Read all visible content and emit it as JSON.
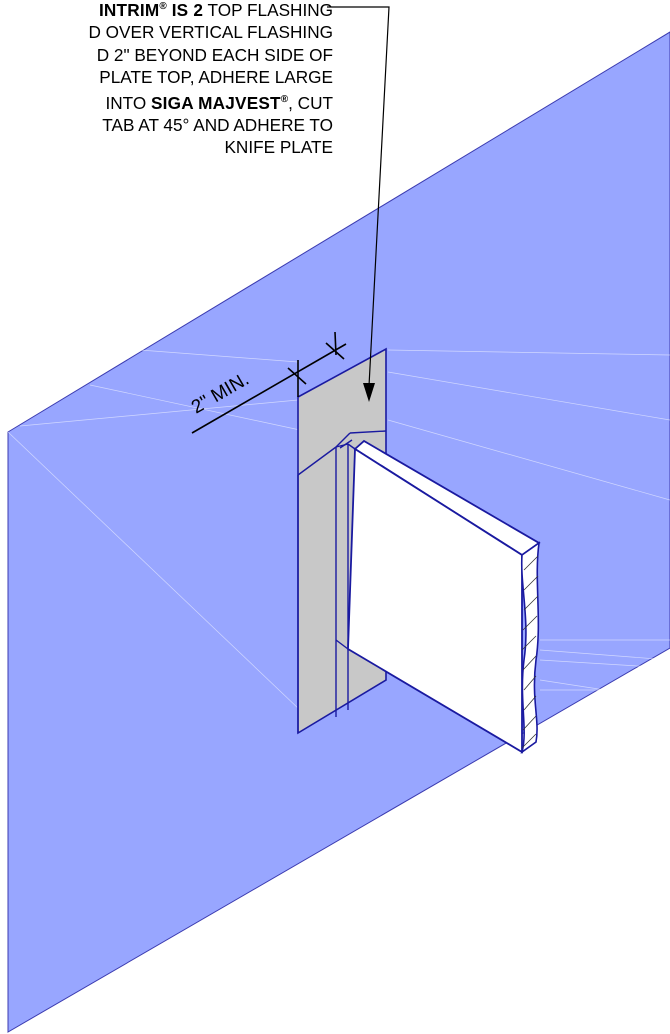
{
  "callout": {
    "line1_bold": "INTRIM",
    "line1_reg_mark": "®",
    "line1_bold2": " IS 2",
    "line1_rest": " TOP FLASHING",
    "line2": "D OVER VERTICAL FLASHING",
    "line3": "D 2\" BEYOND EACH SIDE OF",
    "line4": "PLATE TOP, ADHERE LARGE",
    "line5_pre": "INTO ",
    "line5_bold": "SIGA MAJVEST",
    "line5_reg_mark": "®",
    "line5_post": ", CUT",
    "line6": "TAB AT 45° AND ADHERE TO",
    "line7": "KNIFE PLATE"
  },
  "dimension": {
    "label": "2\" MIN."
  },
  "colors": {
    "membrane": "#98a6ff",
    "flashing": "#c8c8c8",
    "outline": "#1a1aa0",
    "plate": "#ffffff"
  }
}
